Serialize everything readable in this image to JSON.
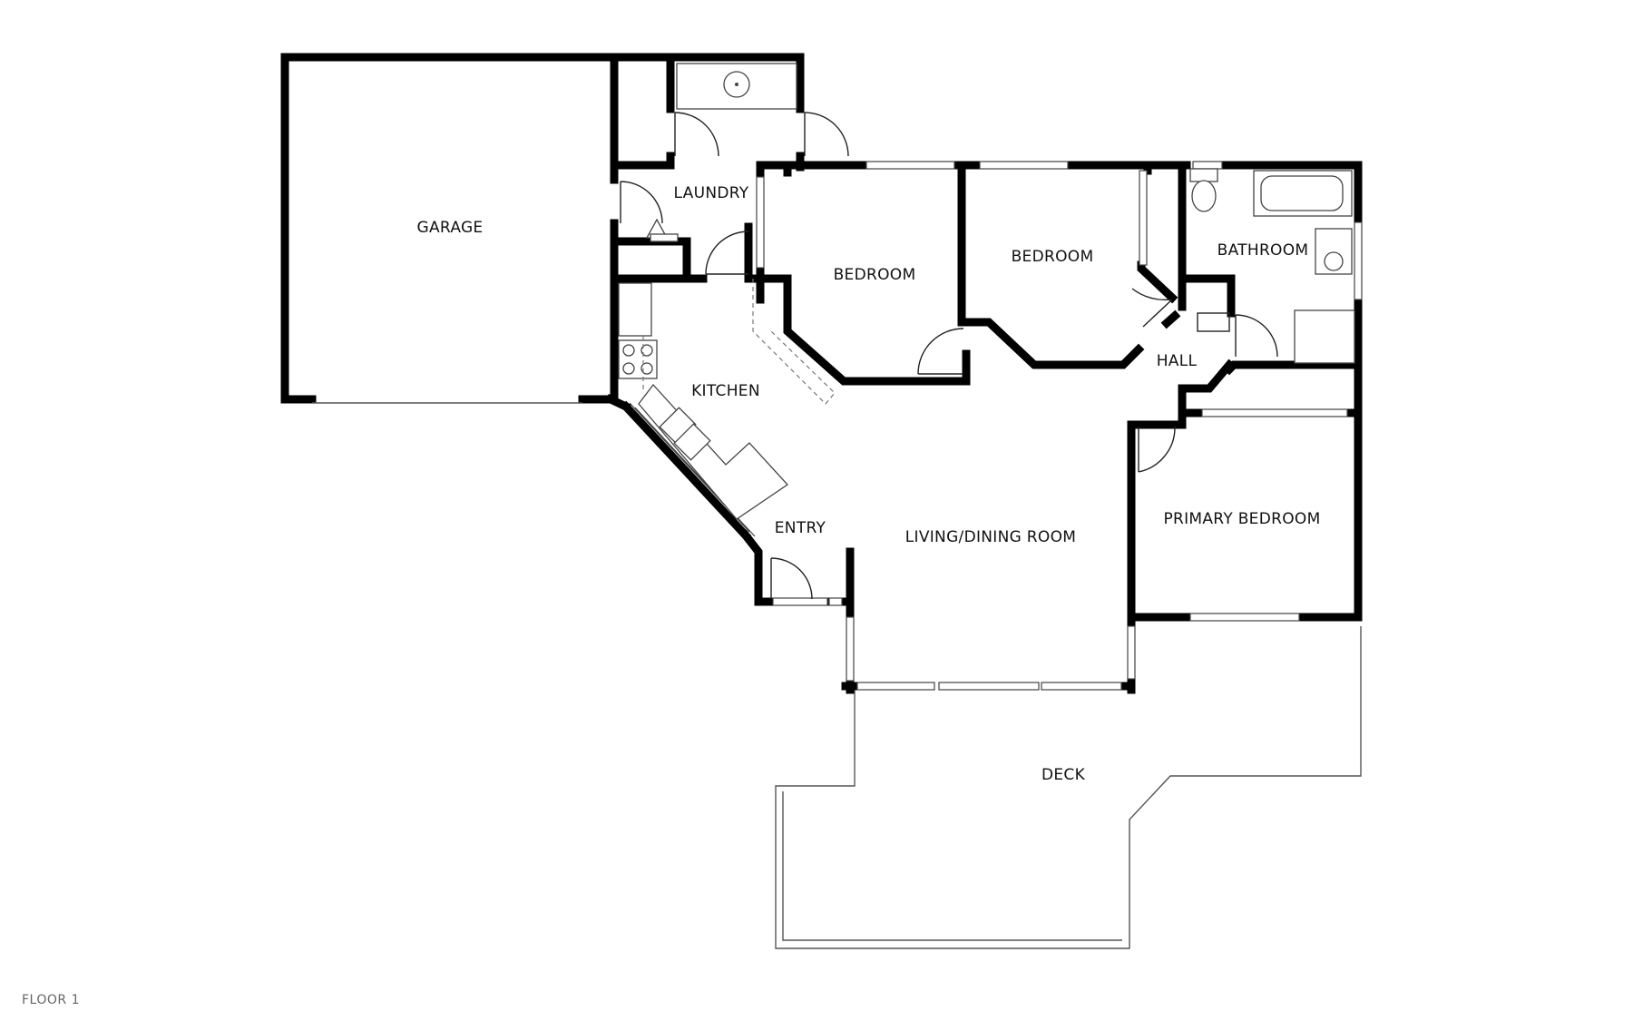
{
  "rooms": {
    "garage": "GARAGE",
    "laundry": "LAUNDRY",
    "bedroom_1": "BEDROOM",
    "bedroom_2": "BEDROOM",
    "bathroom": "BATHROOM",
    "kitchen": "KITCHEN",
    "hall": "HALL",
    "entry": "ENTRY",
    "living_dining": "LIVING/DINING ROOM",
    "primary_bedroom": "PRIMARY BEDROOM",
    "deck": "DECK"
  },
  "floor_label": "FLOOR 1"
}
